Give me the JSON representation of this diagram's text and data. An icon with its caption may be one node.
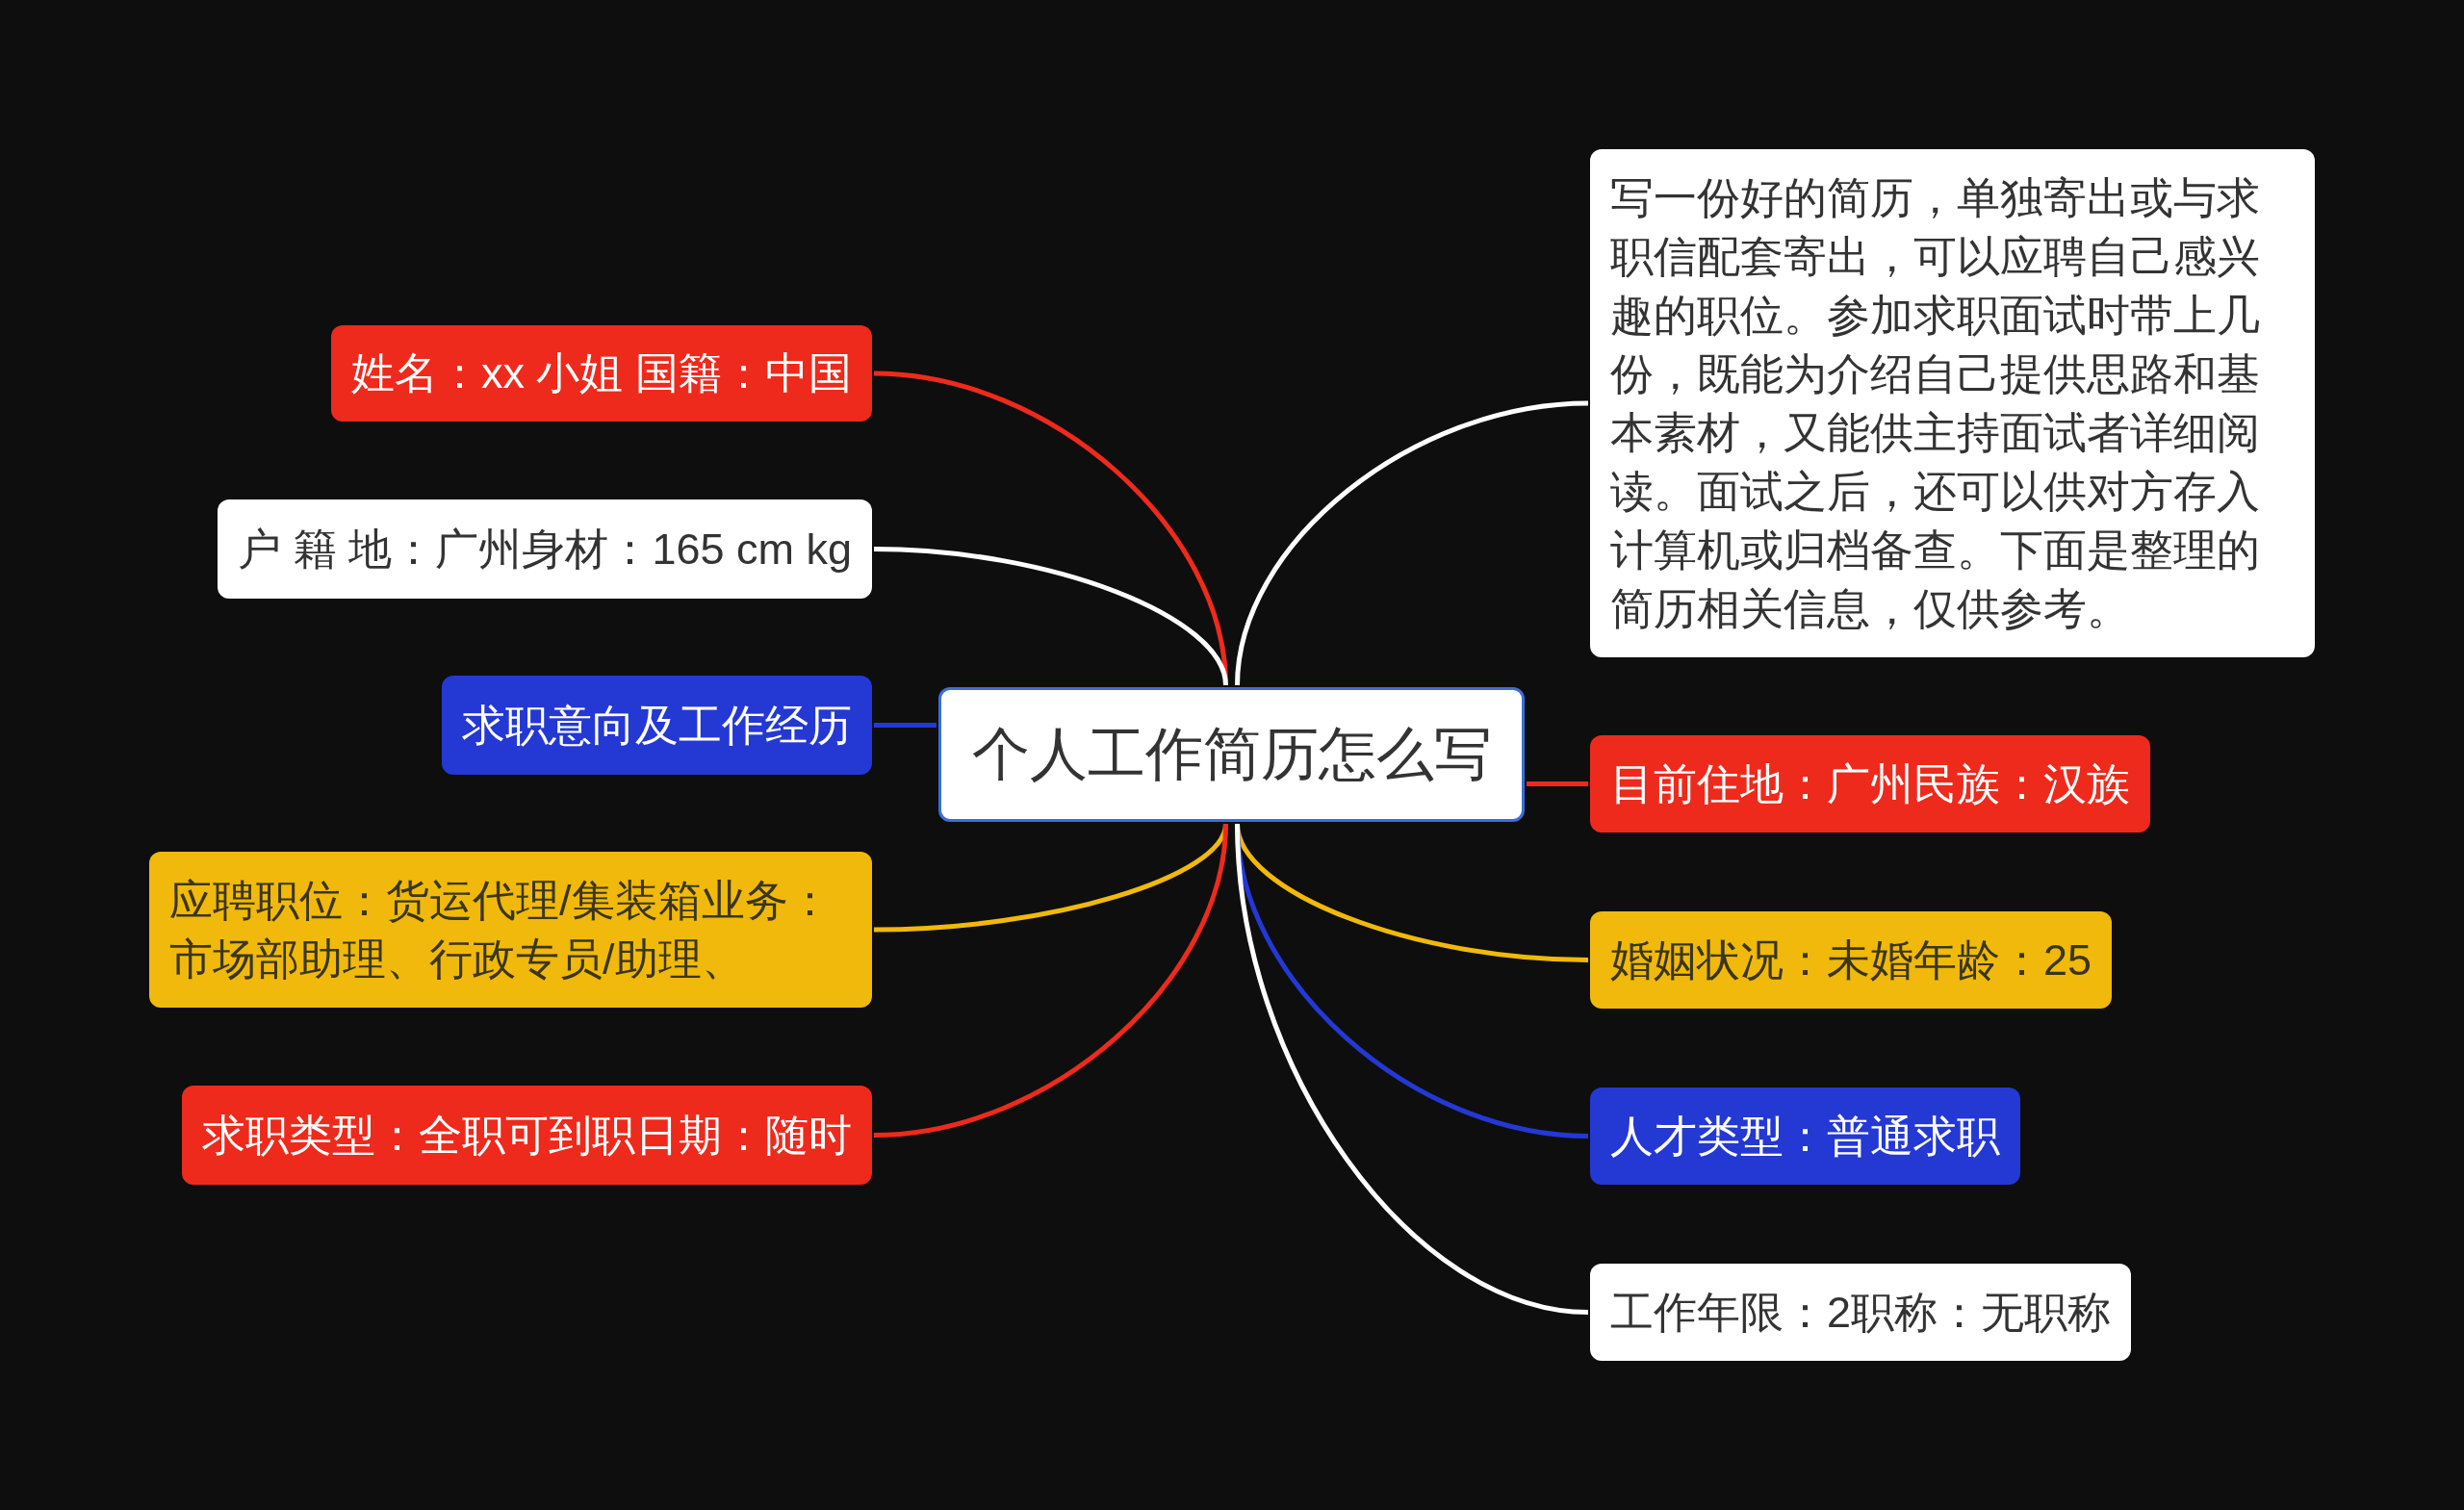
{
  "diagram": {
    "nodes": [
      {
        "text": [
          "个人工作简历怎么写"
        ]
      },
      {
        "text": [
          "姓名：xx 小姐 国籍：中国"
        ]
      },
      {
        "text": [
          "户 籍 地：广州身材：165 cm kg"
        ]
      },
      {
        "text": [
          "求职意向及工作经历"
        ]
      },
      {
        "text": [
          "应聘职位：货运代理/集装箱业务：市场部助理、行政专员/助理、"
        ]
      },
      {
        "text": [
          "求职类型：全职可到职日期：随时"
        ]
      },
      {
        "text": [
          "写一份好的简历，单独寄出或与求职信配套寄出，可以应聘自己感兴趣的职位。参加求职面试时带上几份，既能为介绍自己提供思路和基本素材，又能供主持面试者详细阅读。面试之后，还可以供对方存入计算机或归档备查。下面是整理的简历相关信息，仅供参考。"
        ]
      },
      {
        "text": [
          "目前住地：广州民族：汉族"
        ]
      },
      {
        "text": [
          "婚姻状况：未婚年龄：25"
        ]
      },
      {
        "text": [
          "人才类型：普通求职"
        ]
      },
      {
        "text": [
          "工作年限：2职称：无职称"
        ]
      }
    ],
    "edges": [
      {
        "from": 0,
        "to": 1,
        "arrow": "none",
        "color": "#ee2a1c"
      },
      {
        "from": 0,
        "to": 2,
        "arrow": "none",
        "color": "#ffffff"
      },
      {
        "from": 0,
        "to": 3,
        "arrow": "none",
        "color": "#2438d4"
      },
      {
        "from": 0,
        "to": 4,
        "arrow": "none",
        "color": "#f0b90b"
      },
      {
        "from": 0,
        "to": 5,
        "arrow": "none",
        "color": "#ee2a1c"
      },
      {
        "from": 0,
        "to": 6,
        "arrow": "none",
        "color": "#ffffff"
      },
      {
        "from": 0,
        "to": 7,
        "arrow": "none",
        "color": "#ee2a1c"
      },
      {
        "from": 0,
        "to": 8,
        "arrow": "none",
        "color": "#f0b90b"
      },
      {
        "from": 0,
        "to": 9,
        "arrow": "none",
        "color": "#2438d4"
      },
      {
        "from": 0,
        "to": 10,
        "arrow": "none",
        "color": "#ffffff"
      }
    ]
  }
}
